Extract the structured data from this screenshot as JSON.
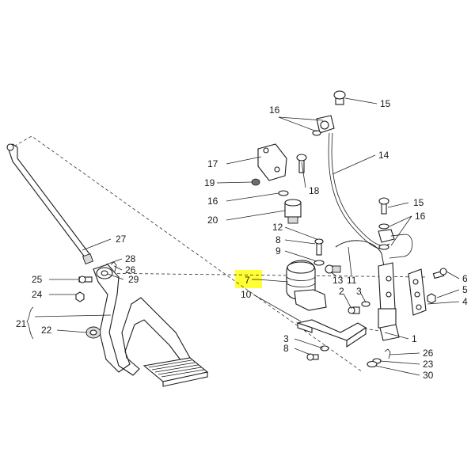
{
  "diagram": {
    "highlight_color": "#ffff33",
    "callouts": {
      "c1": "1",
      "c2": "2",
      "c3a": "3",
      "c3b": "3",
      "c4": "4",
      "c5": "5",
      "c6": "6",
      "c7": "7",
      "c8a": "8",
      "c8b": "8",
      "c9": "9",
      "c10": "10",
      "c11": "11",
      "c12": "12",
      "c13": "13",
      "c14": "14",
      "c15a": "15",
      "c15b": "15",
      "c16a": "16",
      "c16b": "16",
      "c16c": "16",
      "c17": "17",
      "c18": "18",
      "c19": "19",
      "c20": "20",
      "c21": "21",
      "c22": "22",
      "c23": "23",
      "c24": "24",
      "c25": "25",
      "c26a": "26",
      "c26b": "26",
      "c27": "27",
      "c28": "28",
      "c29": "29",
      "c30": "30"
    }
  }
}
